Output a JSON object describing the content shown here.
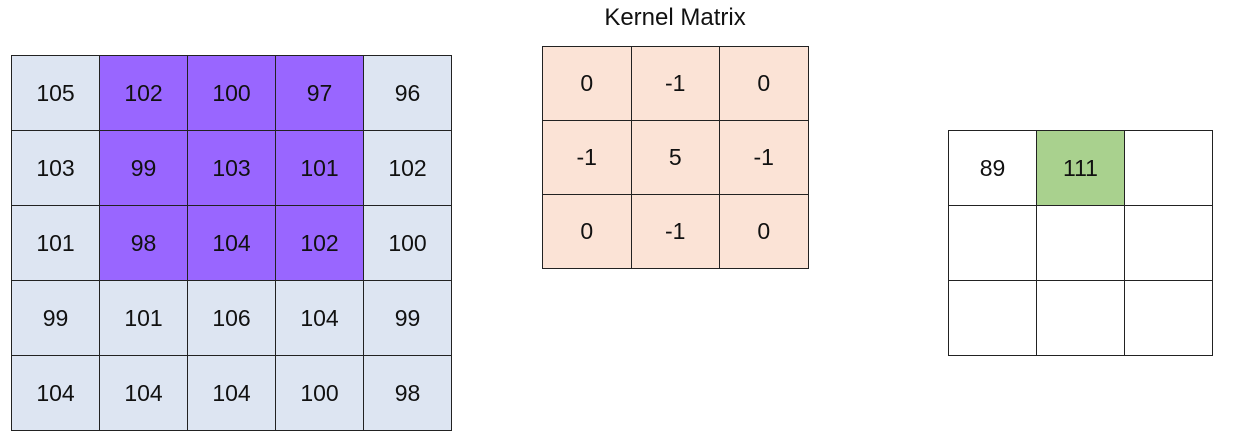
{
  "input_matrix": {
    "rows": [
      [
        "105",
        "102",
        "100",
        "97",
        "96"
      ],
      [
        "103",
        "99",
        "103",
        "101",
        "102"
      ],
      [
        "101",
        "98",
        "104",
        "102",
        "100"
      ],
      [
        "99",
        "101",
        "106",
        "104",
        "99"
      ],
      [
        "104",
        "104",
        "104",
        "100",
        "98"
      ]
    ],
    "highlight_color": "#9966ff",
    "base_color": "#dde5f2"
  },
  "kernel": {
    "title": "Kernel Matrix",
    "rows": [
      [
        "0",
        "-1",
        "0"
      ],
      [
        "-1",
        "5",
        "-1"
      ],
      [
        "0",
        "-1",
        "0"
      ]
    ],
    "color": "#fbe3d6"
  },
  "output_matrix": {
    "rows": [
      [
        "89",
        "111",
        ""
      ],
      [
        "",
        "",
        ""
      ],
      [
        "",
        "",
        ""
      ]
    ],
    "current_color": "#a9d18e"
  }
}
